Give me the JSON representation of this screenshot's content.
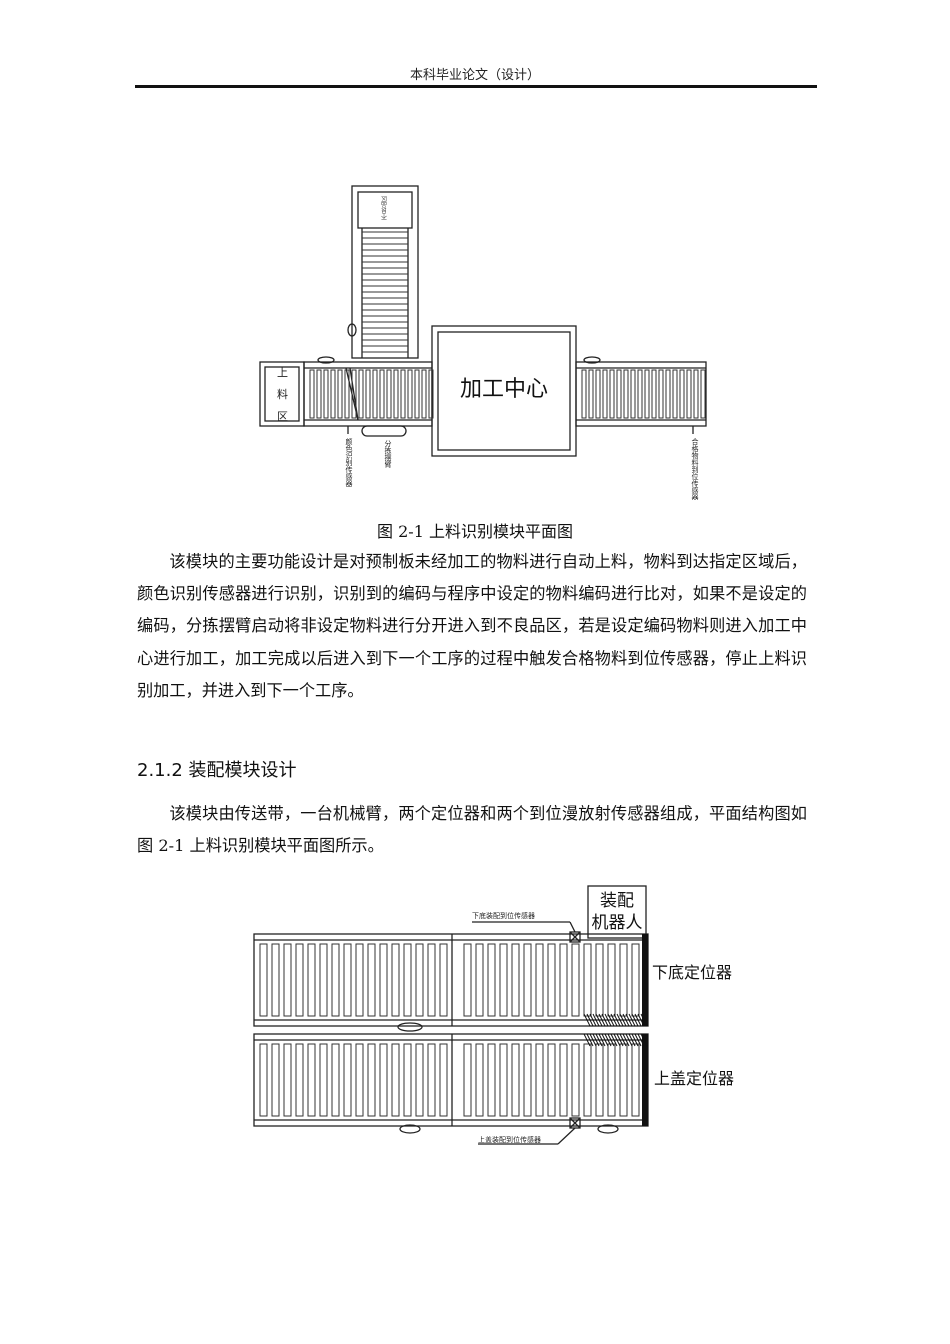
{
  "header": {
    "title": "本科毕业论文（设计）"
  },
  "figure1": {
    "caption": "图 2-1 上料识别模块平面图",
    "labels": {
      "loading_zone": "上　料　区",
      "machining_center": "加工中心",
      "color_sensor": "颜色识别传感器",
      "sort_arm": "分拣摆臂",
      "qualified_sensor": "合格物料到位传感器",
      "reject_zone": "不良品区"
    }
  },
  "paragraph1": "该模块的主要功能设计是对预制板未经加工的物料进行自动上料，物料到达指定区域后，颜色识别传感器进行识别，识别到的编码与程序中设定的物料编码进行比对，如果不是设定的编码，分拣摆臂启动将非设定物料进行分开进入到不良品区，若是设定编码物料则进入加工中心进行加工，加工完成以后进入到下一个工序的过程中触发合格物料到位传感器，停止上料识别加工，并进入到下一个工序。",
  "section": {
    "heading": "2.1.2 装配模块设计"
  },
  "paragraph2": "该模块由传送带，一台机械臂，两个定位器和两个到位漫放射传感器组成，平面结构图如图 2-1 上料识别模块平面图所示。",
  "figure2": {
    "labels": {
      "robot_line1": "装配",
      "robot_line2": "机器人",
      "bottom_sensor": "下底装配到位传感器",
      "bottom_locator": "下底定位器",
      "top_locator": "上盖定位器",
      "top_sensor": "上盖装配到位传感器"
    }
  }
}
